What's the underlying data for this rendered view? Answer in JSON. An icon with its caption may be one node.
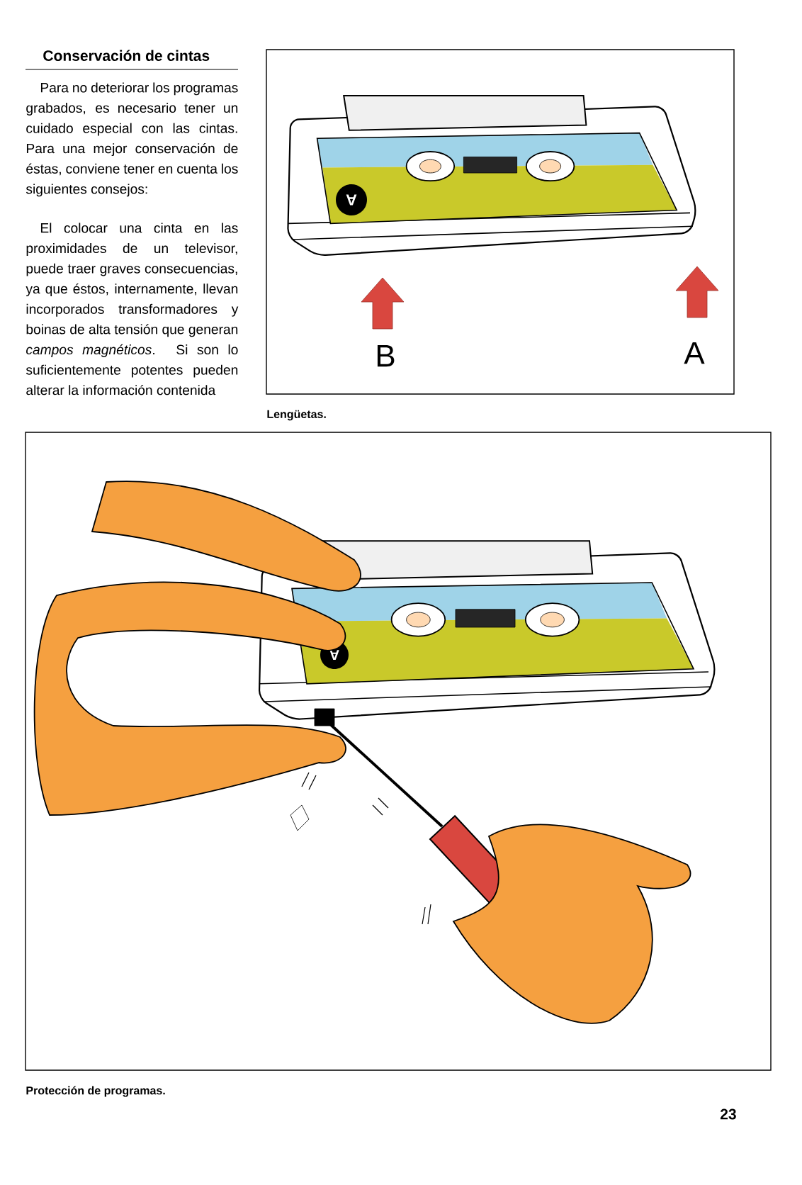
{
  "diagram": {
    "title": "Conservación de cintas",
    "labels": [
      "Para no deteriorar los programas grabados, es necesario tener un cuidado especial con las cintas. Para una mejor conservación de éstas, conviene tener en cuenta los siguientes consejos:",
      "El colocar una cinta en las proximidades de un televisor, puede traer graves consecuencias, ya que éstos, internamente, llevan incorporados transformadores y boinas de alta tensión que generan *campos magnéticos*. Si son lo suficientemente potentes pueden alterar la información contenida",
      "A",
      "B",
      "A",
      "Lengüetas.",
      "A",
      "Protección de programas.",
      "23"
    ]
  }
}
